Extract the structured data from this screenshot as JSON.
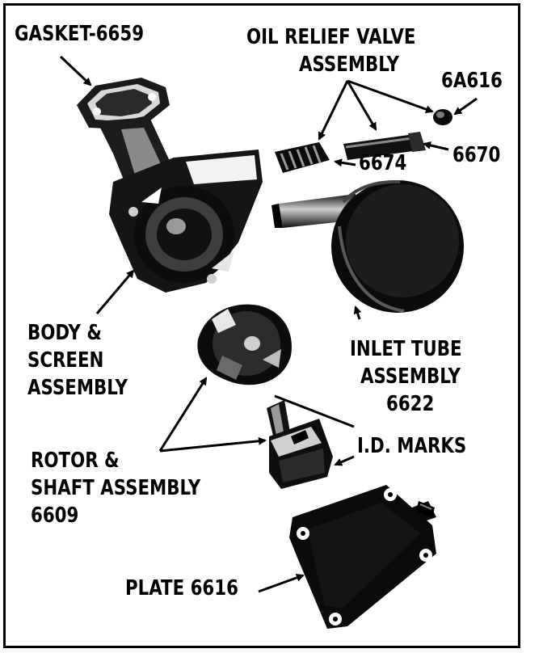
{
  "labels": {
    "gasket": "GASKET-6659",
    "relief_1": "OIL RELIEF VALVE",
    "relief_2": "ASSEMBLY",
    "part_6a616": "6A616",
    "part_6674": "6674",
    "part_6670": "6670",
    "body_1": "BODY &",
    "body_2": "SCREEN",
    "body_3": "ASSEMBLY",
    "inlet_1": "INLET TUBE",
    "inlet_2": "ASSEMBLY",
    "inlet_3": "6622",
    "id_marks": "I.D. MARKS",
    "rotor_1": "ROTOR &",
    "rotor_2": "SHAFT ASSEMBLY",
    "rotor_3": "6609",
    "plate": "PLATE 6616"
  },
  "colors": {
    "ink": "#000000",
    "paper": "#ffffff",
    "mid": "#5a5a5a",
    "light": "#bdbdbd"
  }
}
